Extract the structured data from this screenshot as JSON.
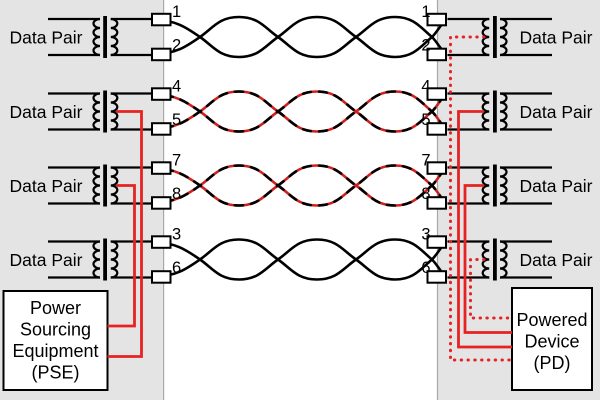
{
  "colors": {
    "panel_gray": "#e4e4e4",
    "wire_black": "#000000",
    "pair_red": "#d02020",
    "power_red": "#e62222"
  },
  "rows": [
    {
      "left_label": "Data Pair",
      "right_label": "Data Pair",
      "top_pin": "1",
      "bottom_pin": "2",
      "wire": "data"
    },
    {
      "left_label": "Data Pair",
      "right_label": "Data Pair",
      "top_pin": "4",
      "bottom_pin": "5",
      "wire": "power"
    },
    {
      "left_label": "Data Pair",
      "right_label": "Data Pair",
      "top_pin": "7",
      "bottom_pin": "8",
      "wire": "power"
    },
    {
      "left_label": "Data Pair",
      "right_label": "Data Pair",
      "top_pin": "3",
      "bottom_pin": "6",
      "wire": "data"
    }
  ],
  "pse": {
    "line1": "Power",
    "line2": "Sourcing",
    "line3": "Equipment",
    "line4": "(PSE)"
  },
  "pd": {
    "line1": "Powered",
    "line2": "Device",
    "line3": "(PD)"
  }
}
